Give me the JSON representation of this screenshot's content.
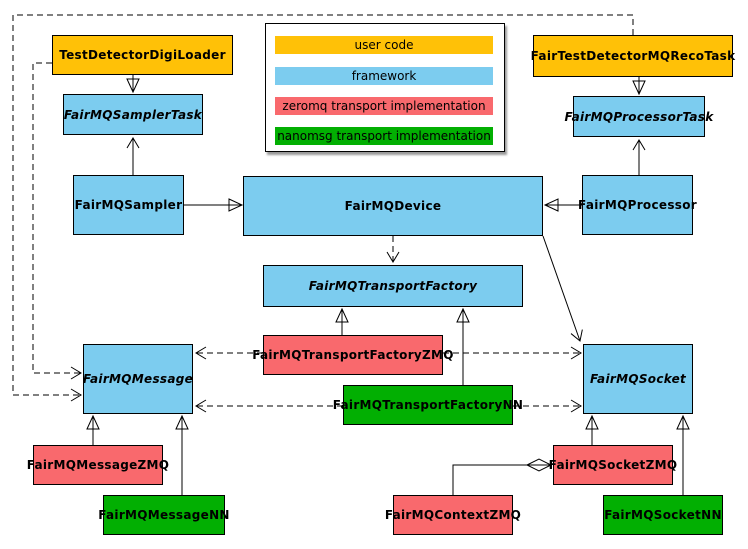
{
  "colors": {
    "user_code": "#FFC107",
    "framework": "#7CCCEF",
    "zeromq": "#F9696D",
    "nanomsg": "#02AF02",
    "line": "#000000",
    "background": "#FFFFFF"
  },
  "legend": {
    "items": [
      {
        "label": "user code",
        "category": "user_code"
      },
      {
        "label": "framework",
        "category": "framework"
      },
      {
        "label": "zeromq transport implementation",
        "category": "zeromq"
      },
      {
        "label": "nanomsg transport implementation",
        "category": "nanomsg"
      }
    ]
  },
  "nodes": {
    "test_detector_digi_loader": {
      "label": "TestDetectorDigiLoader",
      "category": "user_code",
      "abstract": false
    },
    "fair_test_detector_mq_reco_task": {
      "label": "FairTestDetectorMQRecoTask",
      "category": "user_code",
      "abstract": false
    },
    "fairmq_sampler_task": {
      "label": "FairMQSamplerTask",
      "category": "framework",
      "abstract": true
    },
    "fairmq_processor_task": {
      "label": "FairMQProcessorTask",
      "category": "framework",
      "abstract": true
    },
    "fairmq_sampler": {
      "label": "FairMQSampler",
      "category": "framework",
      "abstract": false
    },
    "fairmq_device": {
      "label": "FairMQDevice",
      "category": "framework",
      "abstract": false
    },
    "fairmq_processor": {
      "label": "FairMQProcessor",
      "category": "framework",
      "abstract": false
    },
    "fairmq_transport_factory": {
      "label": "FairMQTransportFactory",
      "category": "framework",
      "abstract": true
    },
    "fairmq_transport_factory_zmq": {
      "label": "FairMQTransportFactoryZMQ",
      "category": "zeromq",
      "abstract": false
    },
    "fairmq_transport_factory_nn": {
      "label": "FairMQTransportFactoryNN",
      "category": "nanomsg",
      "abstract": false
    },
    "fairmq_message": {
      "label": "FairMQMessage",
      "category": "framework",
      "abstract": true
    },
    "fairmq_socket": {
      "label": "FairMQSocket",
      "category": "framework",
      "abstract": true
    },
    "fairmq_message_zmq": {
      "label": "FairMQMessageZMQ",
      "category": "zeromq",
      "abstract": false
    },
    "fairmq_message_nn": {
      "label": "FairMQMessageNN",
      "category": "nanomsg",
      "abstract": false
    },
    "fairmq_socket_zmq": {
      "label": "FairMQSocketZMQ",
      "category": "zeromq",
      "abstract": false
    },
    "fairmq_context_zmq": {
      "label": "FairMQContextZMQ",
      "category": "zeromq",
      "abstract": false
    },
    "fairmq_socket_nn": {
      "label": "FairMQSocketNN",
      "category": "nanomsg",
      "abstract": false
    }
  },
  "edges": [
    {
      "from": "TestDetectorDigiLoader",
      "to": "FairMQSamplerTask",
      "type": "inheritance",
      "line": "solid"
    },
    {
      "from": "FairTestDetectorMQRecoTask",
      "to": "FairMQProcessorTask",
      "type": "inheritance",
      "line": "solid"
    },
    {
      "from": "FairMQSampler",
      "to": "FairMQSamplerTask",
      "type": "association-arrow",
      "line": "solid"
    },
    {
      "from": "FairMQProcessor",
      "to": "FairMQProcessorTask",
      "type": "association-arrow",
      "line": "solid"
    },
    {
      "from": "FairMQSampler",
      "to": "FairMQDevice",
      "type": "inheritance",
      "line": "solid"
    },
    {
      "from": "FairMQProcessor",
      "to": "FairMQDevice",
      "type": "inheritance",
      "line": "solid"
    },
    {
      "from": "FairMQDevice",
      "to": "FairMQTransportFactory",
      "type": "dependency",
      "line": "dashed"
    },
    {
      "from": "FairMQDevice",
      "to": "FairMQSocket",
      "type": "association-arrow",
      "line": "solid"
    },
    {
      "from": "FairMQTransportFactoryZMQ",
      "to": "FairMQTransportFactory",
      "type": "inheritance",
      "line": "solid"
    },
    {
      "from": "FairMQTransportFactoryNN",
      "to": "FairMQTransportFactory",
      "type": "inheritance",
      "line": "solid"
    },
    {
      "from": "FairMQTransportFactoryZMQ",
      "to": "FairMQMessage",
      "type": "dependency",
      "line": "dashed"
    },
    {
      "from": "FairMQTransportFactoryZMQ",
      "to": "FairMQSocket",
      "type": "dependency",
      "line": "dashed"
    },
    {
      "from": "FairMQTransportFactoryNN",
      "to": "FairMQMessage",
      "type": "dependency",
      "line": "dashed"
    },
    {
      "from": "FairMQTransportFactoryNN",
      "to": "FairMQSocket",
      "type": "dependency",
      "line": "dashed"
    },
    {
      "from": "TestDetectorDigiLoader",
      "to": "FairMQMessage",
      "type": "dependency",
      "line": "dashed"
    },
    {
      "from": "FairTestDetectorMQRecoTask",
      "to": "FairMQMessage",
      "type": "dependency",
      "line": "dashed"
    },
    {
      "from": "FairMQMessageZMQ",
      "to": "FairMQMessage",
      "type": "inheritance",
      "line": "solid"
    },
    {
      "from": "FairMQMessageNN",
      "to": "FairMQMessage",
      "type": "inheritance",
      "line": "solid"
    },
    {
      "from": "FairMQSocketZMQ",
      "to": "FairMQSocket",
      "type": "inheritance",
      "line": "solid"
    },
    {
      "from": "FairMQSocketNN",
      "to": "FairMQSocket",
      "type": "inheritance",
      "line": "solid"
    },
    {
      "from": "FairMQContextZMQ",
      "to": "FairMQSocketZMQ",
      "type": "composition",
      "line": "solid"
    }
  ]
}
